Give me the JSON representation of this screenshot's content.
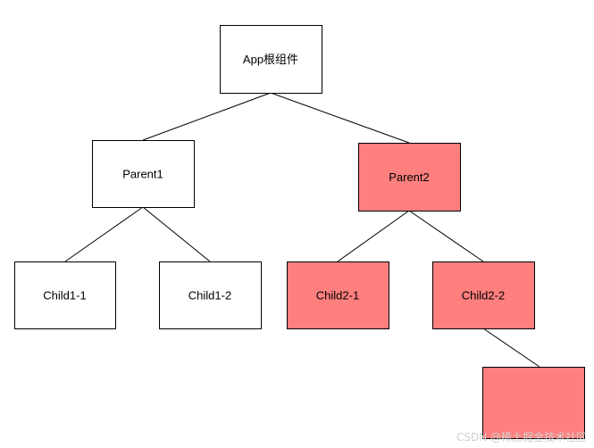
{
  "diagram": {
    "nodes": [
      {
        "id": "app",
        "label": "App根组件",
        "fill": "#ffffff"
      },
      {
        "id": "parent1",
        "label": "Parent1",
        "fill": "#ffffff"
      },
      {
        "id": "parent2",
        "label": "Parent2",
        "fill": "#ff7f7f"
      },
      {
        "id": "child1-1",
        "label": "Child1-1",
        "fill": "#ffffff"
      },
      {
        "id": "child1-2",
        "label": "Child1-2",
        "fill": "#ffffff"
      },
      {
        "id": "child2-1",
        "label": "Child2-1",
        "fill": "#ff7f7f"
      },
      {
        "id": "child2-2",
        "label": "Child2-2",
        "fill": "#ff7f7f"
      },
      {
        "id": "grandchild",
        "label": "",
        "fill": "#ff7f7f"
      }
    ],
    "edges": [
      {
        "from": "app",
        "to": "parent1"
      },
      {
        "from": "app",
        "to": "parent2"
      },
      {
        "from": "parent1",
        "to": "child1-1"
      },
      {
        "from": "parent1",
        "to": "child1-2"
      },
      {
        "from": "parent2",
        "to": "child2-1"
      },
      {
        "from": "parent2",
        "to": "child2-2"
      },
      {
        "from": "child2-2",
        "to": "grandchild"
      }
    ]
  },
  "watermark": "CSDN @稀土掘金技术社区"
}
